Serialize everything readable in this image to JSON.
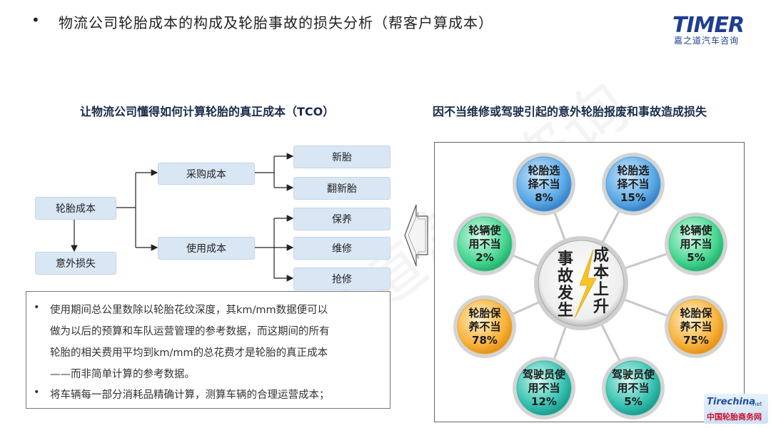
{
  "header": {
    "bullet": "•",
    "title": "物流公司轮胎成本的构成及轮胎事故的损失分析（帮客户算成本）",
    "logo_main": "TIMER",
    "logo_sub": "嘉之道汽车咨询"
  },
  "left": {
    "section_title": "让物流公司懂得如何计算轮胎的真正成本（TCO）",
    "nodes": {
      "tire_cost": "轮胎成本",
      "accident_loss": "意外损失",
      "purchase_cost": "采购成本",
      "use_cost": "使用成本",
      "new_tire": "新胎",
      "retread": "翻新胎",
      "maintenance": "保养",
      "repair": "维修",
      "emergency_repair": "抢修"
    },
    "notes": [
      {
        "bullet": "•",
        "lines": [
          "使用期间总公里数除以轮胎花纹深度，其km/mm数据便可以",
          "做为以后的预算和车队运营管理的参考数据，而这期间的所有",
          "轮胎的相关费用平均到km/mm的总花费才是轮胎的真正成本",
          "——而非简单计算的参考数据。"
        ]
      },
      {
        "bullet": "•",
        "lines": [
          "将车辆每一部分消耗品精确计算，测算车辆的合理运营成本；"
        ]
      }
    ]
  },
  "right": {
    "section_title": "因不当维修或驾驶引起的意外轮胎报废和事故造成损失",
    "center_left": [
      "事",
      "故",
      "发",
      "生"
    ],
    "center_right": [
      "成",
      "本",
      "上",
      "升"
    ],
    "circles": [
      {
        "lines": [
          "轮胎选",
          "择不当",
          "8%"
        ],
        "color": "#4a9ee0"
      },
      {
        "lines": [
          "轮胎选",
          "择不当",
          "15%"
        ],
        "color": "#4a9ee0"
      },
      {
        "lines": [
          "轮辆使",
          "用不当",
          "2%"
        ],
        "color": "#3ed08a"
      },
      {
        "lines": [
          "轮辆使",
          "用不当",
          "5%"
        ],
        "color": "#3ed08a"
      },
      {
        "lines": [
          "轮胎保",
          "养不当",
          "78%"
        ],
        "color": "#f5a623"
      },
      {
        "lines": [
          "轮胎保",
          "养不当",
          "75%"
        ],
        "color": "#f5a623"
      },
      {
        "lines": [
          "驾驶员使",
          "用不当",
          "12%"
        ],
        "color": "#2fb8a8"
      },
      {
        "lines": [
          "驾驶员使",
          "用不当",
          "5%"
        ],
        "color": "#2fb8a8"
      }
    ]
  },
  "footer": {
    "brand": "Tirechina",
    "brand_suffix": ".net",
    "site_name": "中国轮胎商务网"
  }
}
